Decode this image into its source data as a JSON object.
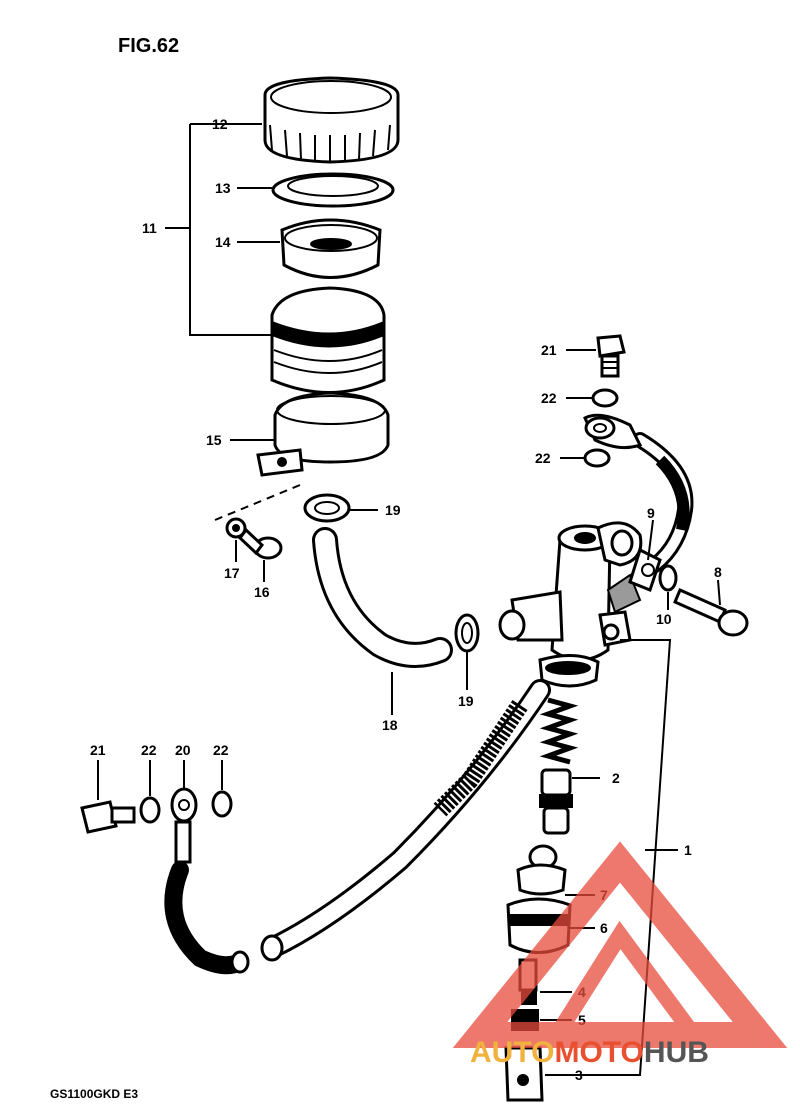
{
  "figure": {
    "title": "FIG.62",
    "model_code": "GS1100GKD E3"
  },
  "watermark": {
    "text_a": "AUTO",
    "text_b": "MOTO",
    "text_c": "HUB",
    "color_a": "#f0b23c",
    "color_b": "#e8502f",
    "color_c": "#555555",
    "logo_color": "#e84b3c"
  },
  "callouts": {
    "c1": "1",
    "c2": "2",
    "c3": "3",
    "c4": "4",
    "c5": "5",
    "c6": "6",
    "c7": "7",
    "c8": "8",
    "c9": "9",
    "c10": "10",
    "c11": "11",
    "c12": "12",
    "c13": "13",
    "c14": "14",
    "c15": "15",
    "c16": "16",
    "c17": "17",
    "c18": "18",
    "c19a": "19",
    "c19b": "19",
    "c20": "20",
    "c21a": "21",
    "c21b": "21",
    "c22a": "22",
    "c22b": "22",
    "c22c": "22",
    "c22d": "22"
  }
}
